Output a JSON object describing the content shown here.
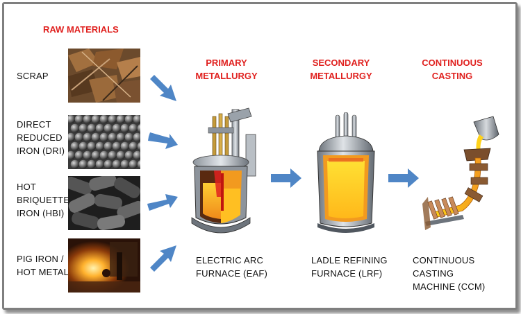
{
  "headers": {
    "raw_materials": "RAW MATERIALS",
    "primary": [
      "PRIMARY",
      "METALLURGY"
    ],
    "secondary": [
      "SECONDARY",
      "METALLURGY"
    ],
    "continuous": [
      "CONTINUOUS",
      "CASTING"
    ]
  },
  "materials": [
    {
      "lines": [
        "SCRAP"
      ]
    },
    {
      "lines": [
        "DIRECT",
        "REDUCED",
        "IRON (DRI)"
      ]
    },
    {
      "lines": [
        "HOT",
        "BRIQUETTED",
        "IRON (HBI)"
      ]
    },
    {
      "lines": [
        "PIG IRON /",
        "HOT METAL"
      ]
    }
  ],
  "equipment": {
    "eaf": [
      "ELECTRIC ARC",
      "FURNACE (EAF)"
    ],
    "lrf": [
      "LADLE REFINING",
      "FURNACE (LRF)"
    ],
    "ccm": [
      "CONTINUOUS CASTING",
      "MACHINE (CCM)"
    ]
  },
  "colors": {
    "header_red": "#e0211f",
    "arrow_blue": "#4f86c6",
    "melt_orange": "#f29a1f",
    "melt_yellow": "#ffd21a"
  }
}
